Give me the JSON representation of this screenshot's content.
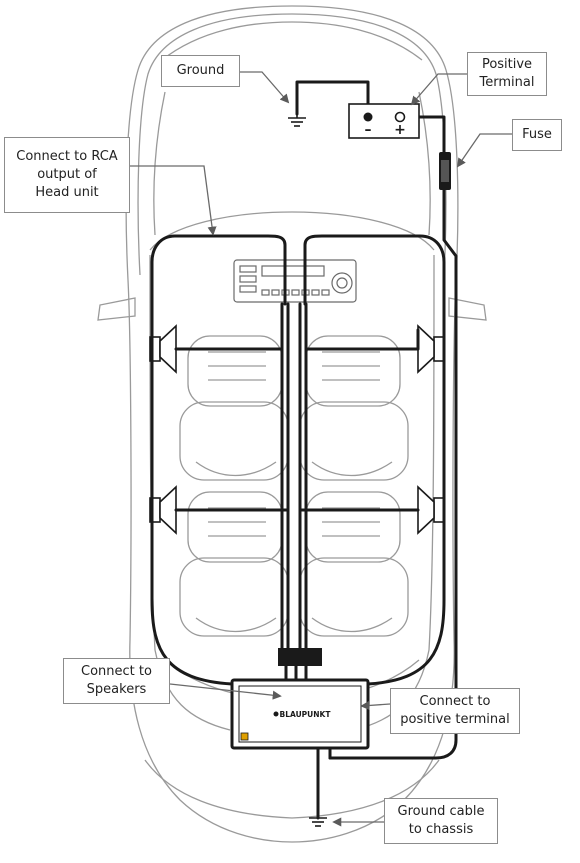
{
  "labels": {
    "ground": "Ground",
    "positive_terminal": [
      "Positive",
      "Terminal"
    ],
    "fuse": "Fuse",
    "rca": [
      "Connect to RCA",
      "output of",
      "Head unit"
    ],
    "speakers": [
      "Connect to",
      "Speakers"
    ],
    "positive_conn": [
      "Connect to",
      "positive terminal"
    ],
    "ground_chassis": [
      "Ground cable",
      "to chassis"
    ]
  },
  "battery": {
    "minus": "–",
    "plus": "+"
  },
  "amplifier": {
    "brand": "BLAUPUNKT"
  },
  "colors": {
    "outline": "#8c8c8c",
    "wire": "#1a1a1a",
    "leader": "#7a7a7a"
  }
}
